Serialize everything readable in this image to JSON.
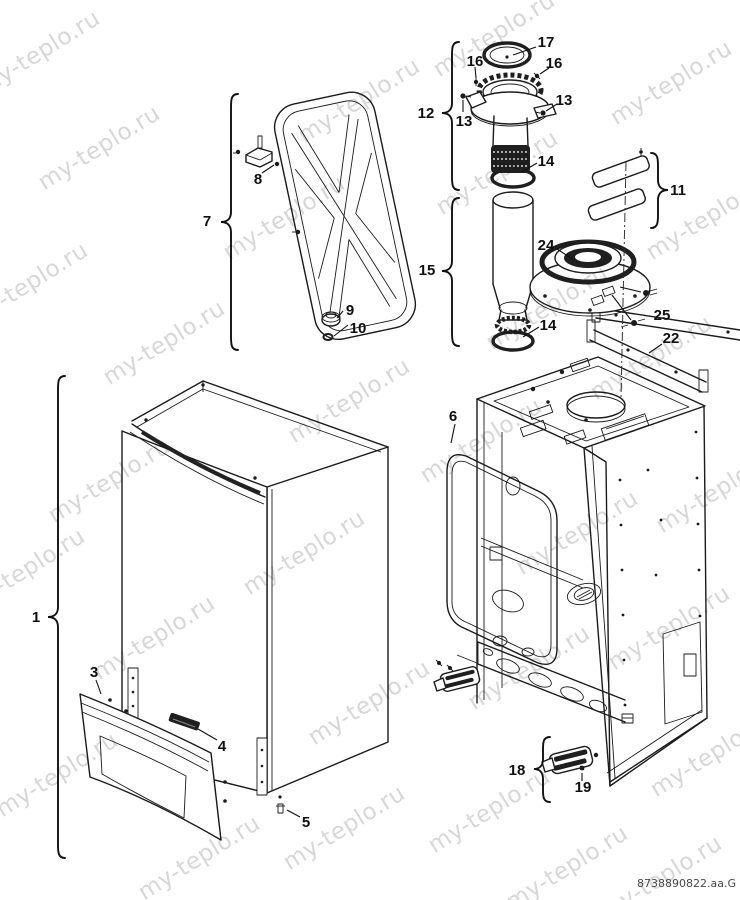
{
  "document": {
    "code": "8738890822.aa.G",
    "watermark_text": "my-teplo.ru"
  },
  "part_labels": {
    "p1": "1",
    "p3": "3",
    "p4": "4",
    "p5": "5",
    "p6": "6",
    "p7": "7",
    "p8": "8",
    "p9": "9",
    "p10": "10",
    "p11": "11",
    "p12": "12",
    "p13a": "13",
    "p13b": "13",
    "p14a": "14",
    "p14b": "14",
    "p15": "15",
    "p16a": "16",
    "p16b": "16",
    "p17": "17",
    "p18": "18",
    "p19": "19",
    "p22": "22",
    "p24": "24",
    "p25": "25"
  }
}
